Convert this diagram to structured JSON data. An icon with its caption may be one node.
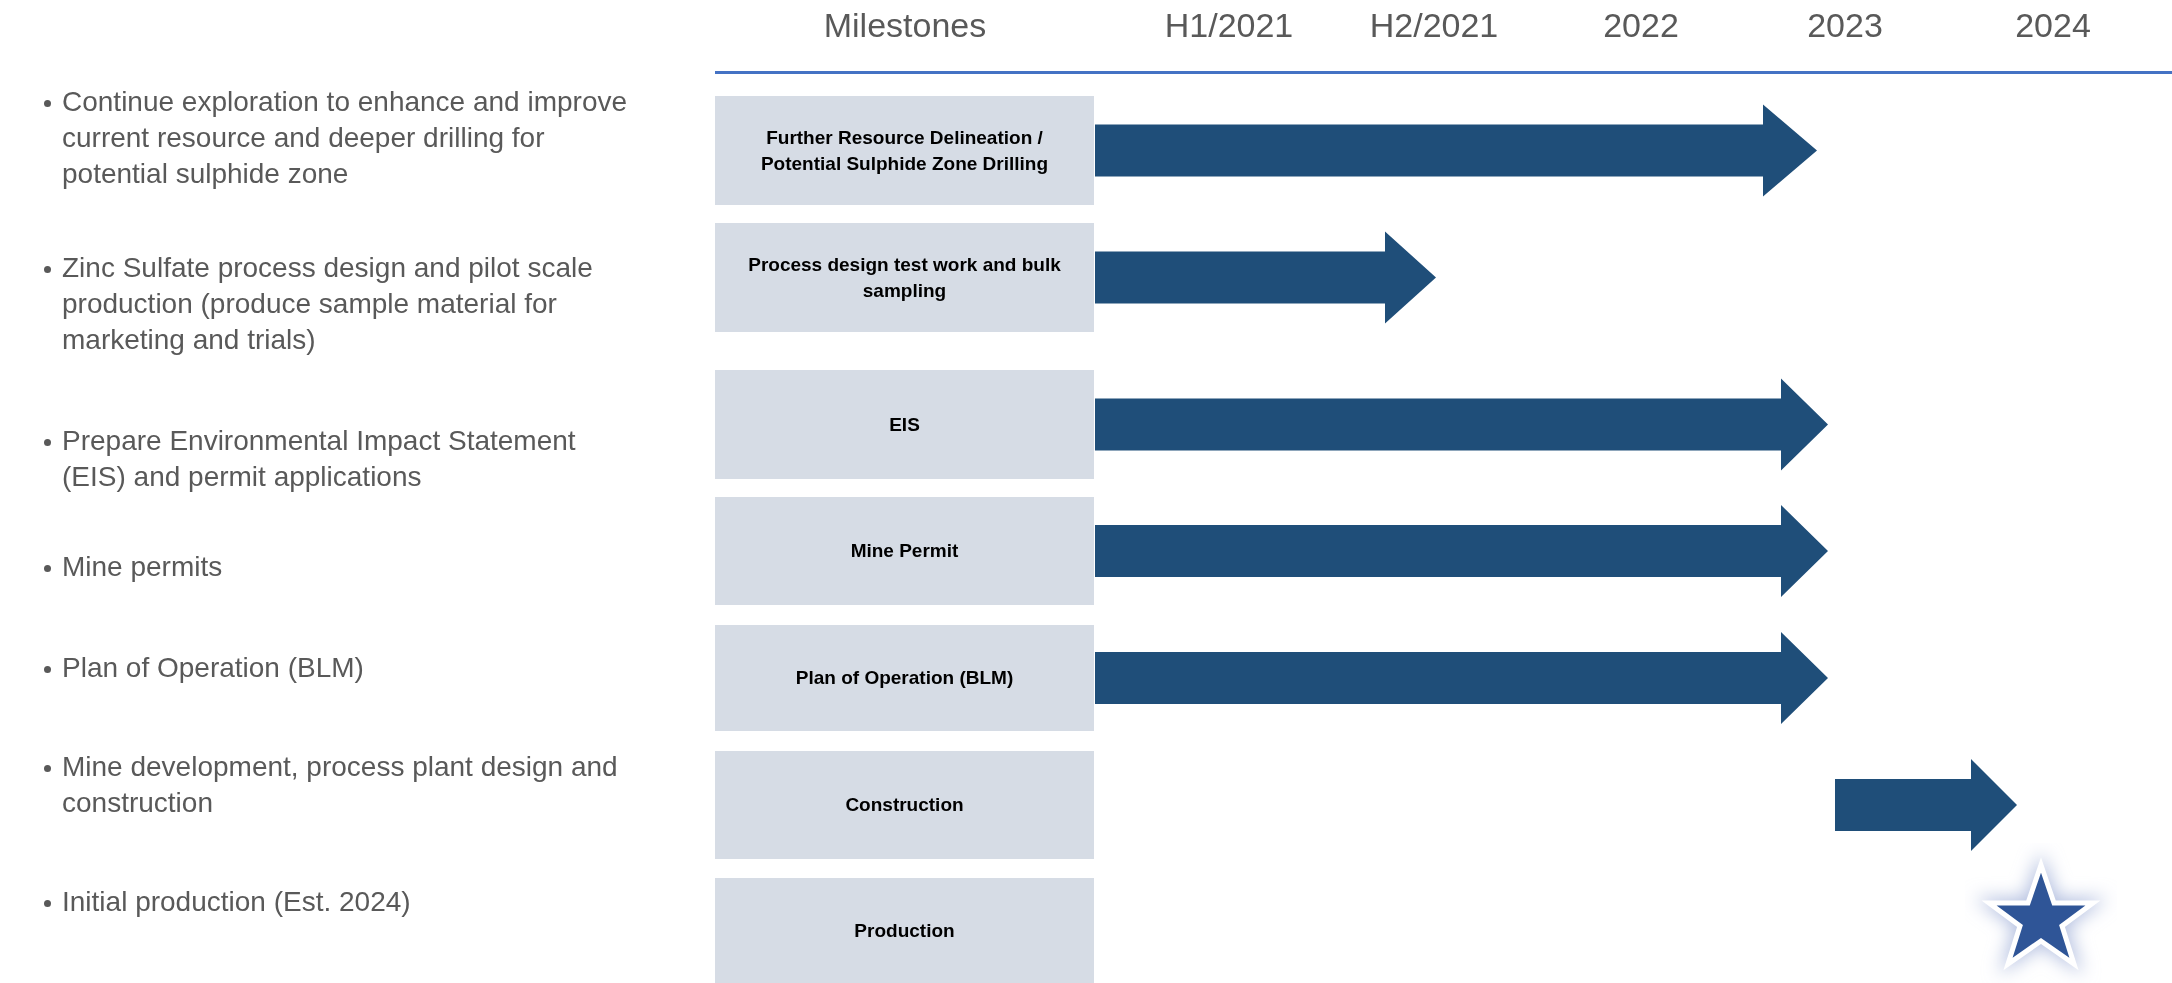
{
  "diagram": {
    "nodes": [
      {
        "text": [
          "Further Resource Delineation / Potential Sulphide Zone Drilling"
        ]
      },
      {
        "text": [
          "Process design test work and bulk sampling"
        ]
      },
      {
        "text": [
          "EIS"
        ]
      },
      {
        "text": [
          "Mine Permit"
        ]
      },
      {
        "text": [
          "Plan of Operation (BLM)"
        ]
      },
      {
        "text": [
          "Construction"
        ]
      },
      {
        "text": [
          "Production"
        ]
      }
    ],
    "edges": [
      {
        "from": 0,
        "to": null,
        "arrow": "to"
      },
      {
        "from": 1,
        "to": null,
        "arrow": "to"
      },
      {
        "from": 2,
        "to": null,
        "arrow": "to"
      },
      {
        "from": 3,
        "to": null,
        "arrow": "to"
      },
      {
        "from": 4,
        "to": null,
        "arrow": "to"
      }
    ],
    "labels": [
      "Milestones",
      "H1/2021",
      "H2/2021",
      "2022",
      "2023",
      "2024",
      "Continue exploration to enhance and improve current resource and deeper drilling for potential sulphide zone",
      "Zinc Sulfate process design and pilot scale production (produce sample material for marketing and trials)",
      "Prepare Environmental Impact Statement (EIS) and permit applications",
      "Mine permits",
      "Plan of Operation (BLM)",
      "Mine development, process plant design and construction",
      "Initial production (Est. 2024)"
    ]
  }
}
